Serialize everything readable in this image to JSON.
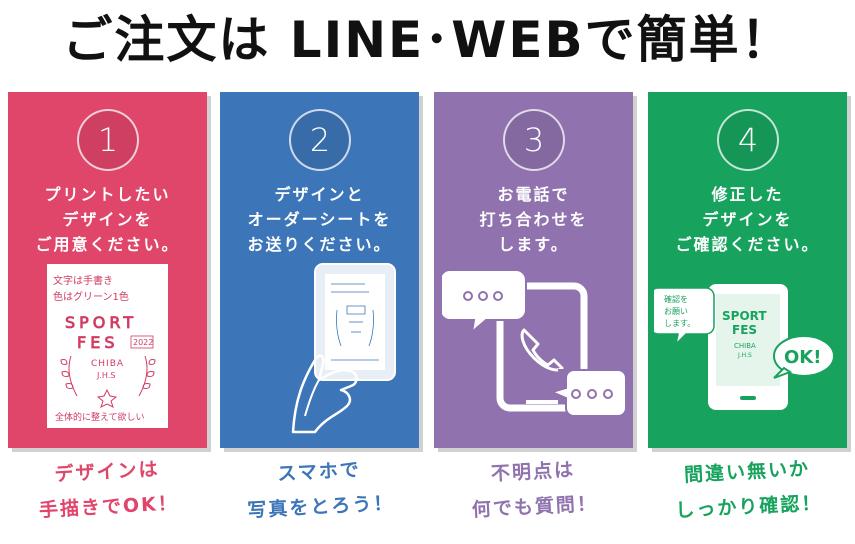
{
  "headline": "ご注文は LINE･WEBで簡単！",
  "steps": [
    {
      "number": "1",
      "text": "プリントしたい\nデザインを\nご用意ください。",
      "caption": "デザインは\n手描きでOK！",
      "color": "#e0456a"
    },
    {
      "number": "2",
      "text": "デザインと\nオーダーシートを\nお送りください。",
      "caption": "スマホで\n写真をとろう！",
      "color": "#3d76b8"
    },
    {
      "number": "3",
      "text": "お電話で\n打ち合わせを\nします。",
      "caption": "不明点は\n何でも質問！",
      "color": "#8f72ae"
    },
    {
      "number": "4",
      "text": "修正した\nデザインを\nご確認ください。",
      "caption": "間違い無いか\nしっかり確認！",
      "color": "#17a35e"
    }
  ],
  "sketch": {
    "line1": "文字は手書き",
    "line2": "色はグリーン1色",
    "title1": "SPORT",
    "title2": "FES",
    "year": "2022",
    "school": "CHIBA",
    "school_sub": "J.H.S",
    "footer": "全体的に整えて欲しい"
  },
  "preview": {
    "bubble": "確認を\nお願い\nします。",
    "title1": "SPORT",
    "title2": "FES",
    "school": "CHIBA",
    "school_sub": "J.H.S",
    "ok": "OK!"
  },
  "icons": [
    "hand-phone-icon",
    "phone-call-icon",
    "chat-bubble-icon",
    "ok-bubble-icon"
  ]
}
